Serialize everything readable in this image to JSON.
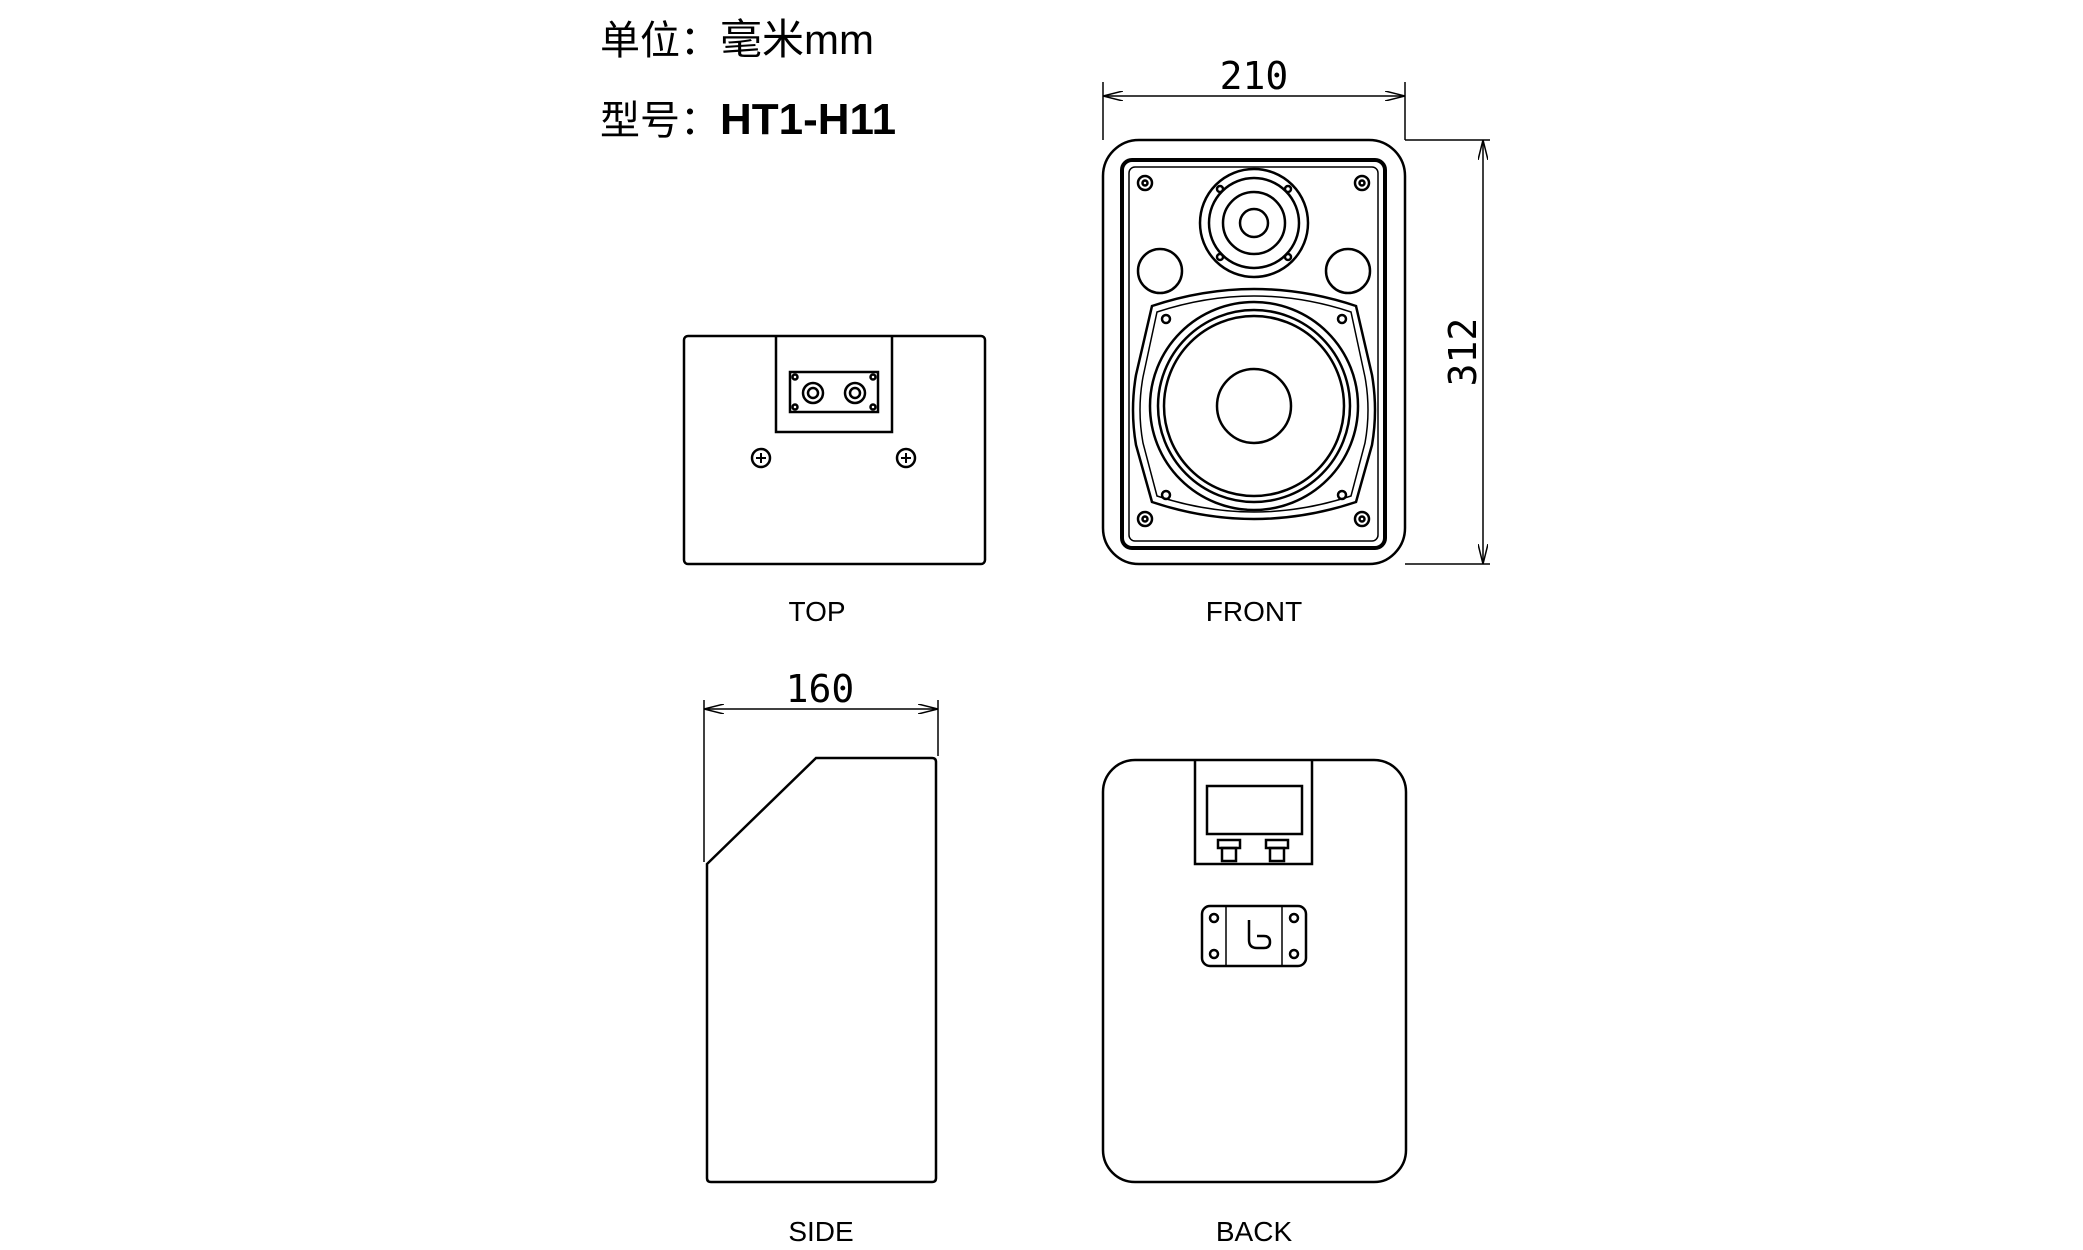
{
  "header": {
    "unit_label": "单位：",
    "unit_value": "毫米mm",
    "model_label": "型号：",
    "model_value": "HT1-H11"
  },
  "views": {
    "top": "TOP",
    "front": "FRONT",
    "side": "SIDE",
    "back": "BACK"
  },
  "dimensions": {
    "width": "210",
    "height": "312",
    "depth": "160"
  }
}
